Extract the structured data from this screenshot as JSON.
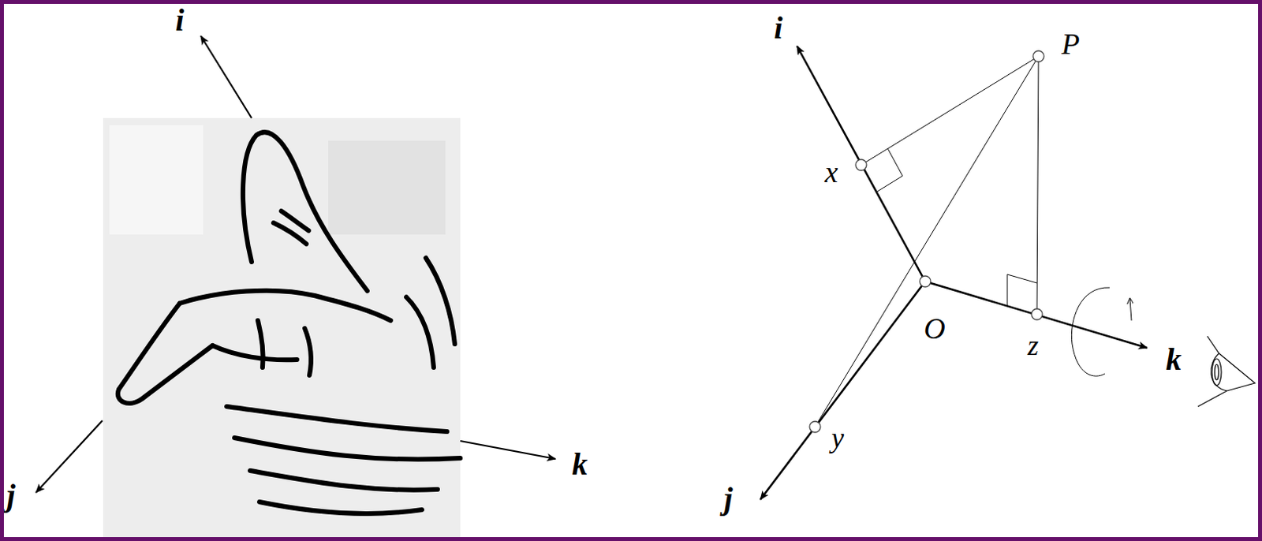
{
  "diagram": {
    "labels": [
      "i",
      "j",
      "k",
      "i",
      "P",
      "x",
      "O",
      "z",
      "k",
      "y",
      "j"
    ]
  }
}
